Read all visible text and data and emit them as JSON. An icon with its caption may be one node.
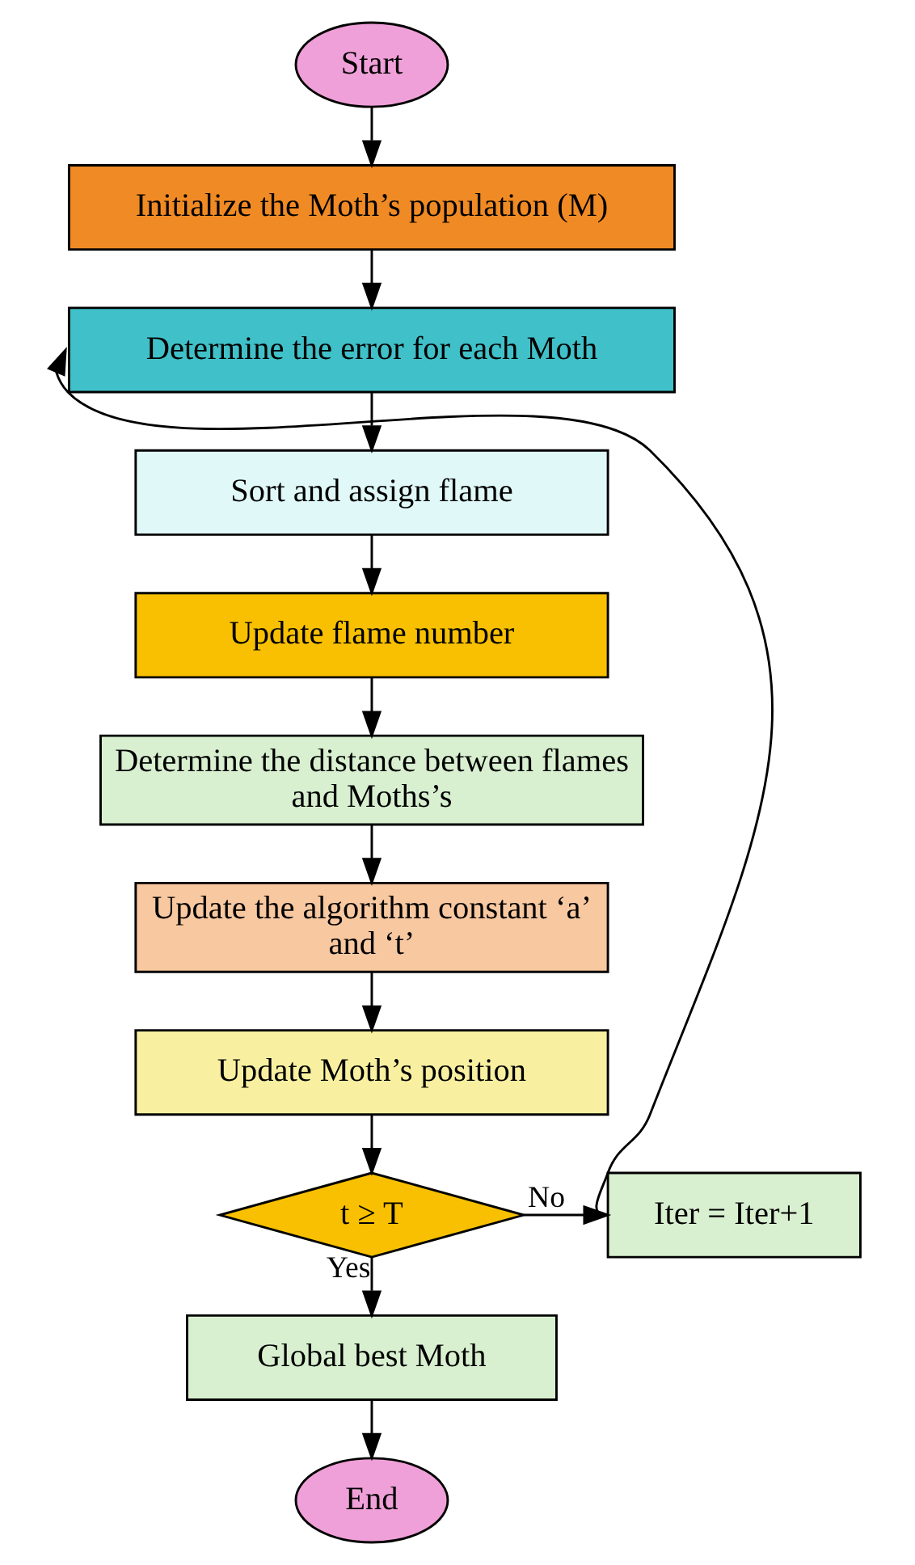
{
  "diagram": {
    "nodes": [
      {
        "text": [
          "Start"
        ]
      },
      {
        "text": [
          "Initialize the Moth’s population (M)"
        ]
      },
      {
        "text": [
          "Determine the error for each Moth"
        ]
      },
      {
        "text": [
          "Sort and assign flame"
        ]
      },
      {
        "text": [
          "Update flame number"
        ]
      },
      {
        "text": [
          "Determine the distance between flames and Moths’s"
        ]
      },
      {
        "text": [
          "Update the algorithm constant ‘a’ and ‘t’"
        ]
      },
      {
        "text": [
          "Update Moth’s position"
        ]
      },
      {
        "text": [
          "t ≥ T"
        ]
      },
      {
        "text": [
          "Iter = Iter+1"
        ]
      },
      {
        "text": [
          "Global best Moth"
        ]
      },
      {
        "text": [
          "End"
        ]
      }
    ],
    "edges": [
      {
        "from": 0,
        "to": 1,
        "arrow": "to"
      },
      {
        "from": 1,
        "to": 2,
        "arrow": "to"
      },
      {
        "from": 2,
        "to": 3,
        "arrow": "to"
      },
      {
        "from": 3,
        "to": 4,
        "arrow": "to"
      },
      {
        "from": 4,
        "to": 5,
        "arrow": "to"
      },
      {
        "from": 5,
        "to": 6,
        "arrow": "to"
      },
      {
        "from": 6,
        "to": 7,
        "arrow": "to"
      },
      {
        "from": 7,
        "to": 8,
        "arrow": "to"
      },
      {
        "from": 8,
        "to": 9,
        "arrow": "to",
        "label": "No"
      },
      {
        "from": 9,
        "to": 2,
        "arrow": "to"
      },
      {
        "from": 8,
        "to": 10,
        "arrow": "to",
        "label": "Yes"
      },
      {
        "from": 10,
        "to": 11,
        "arrow": "to"
      }
    ]
  }
}
